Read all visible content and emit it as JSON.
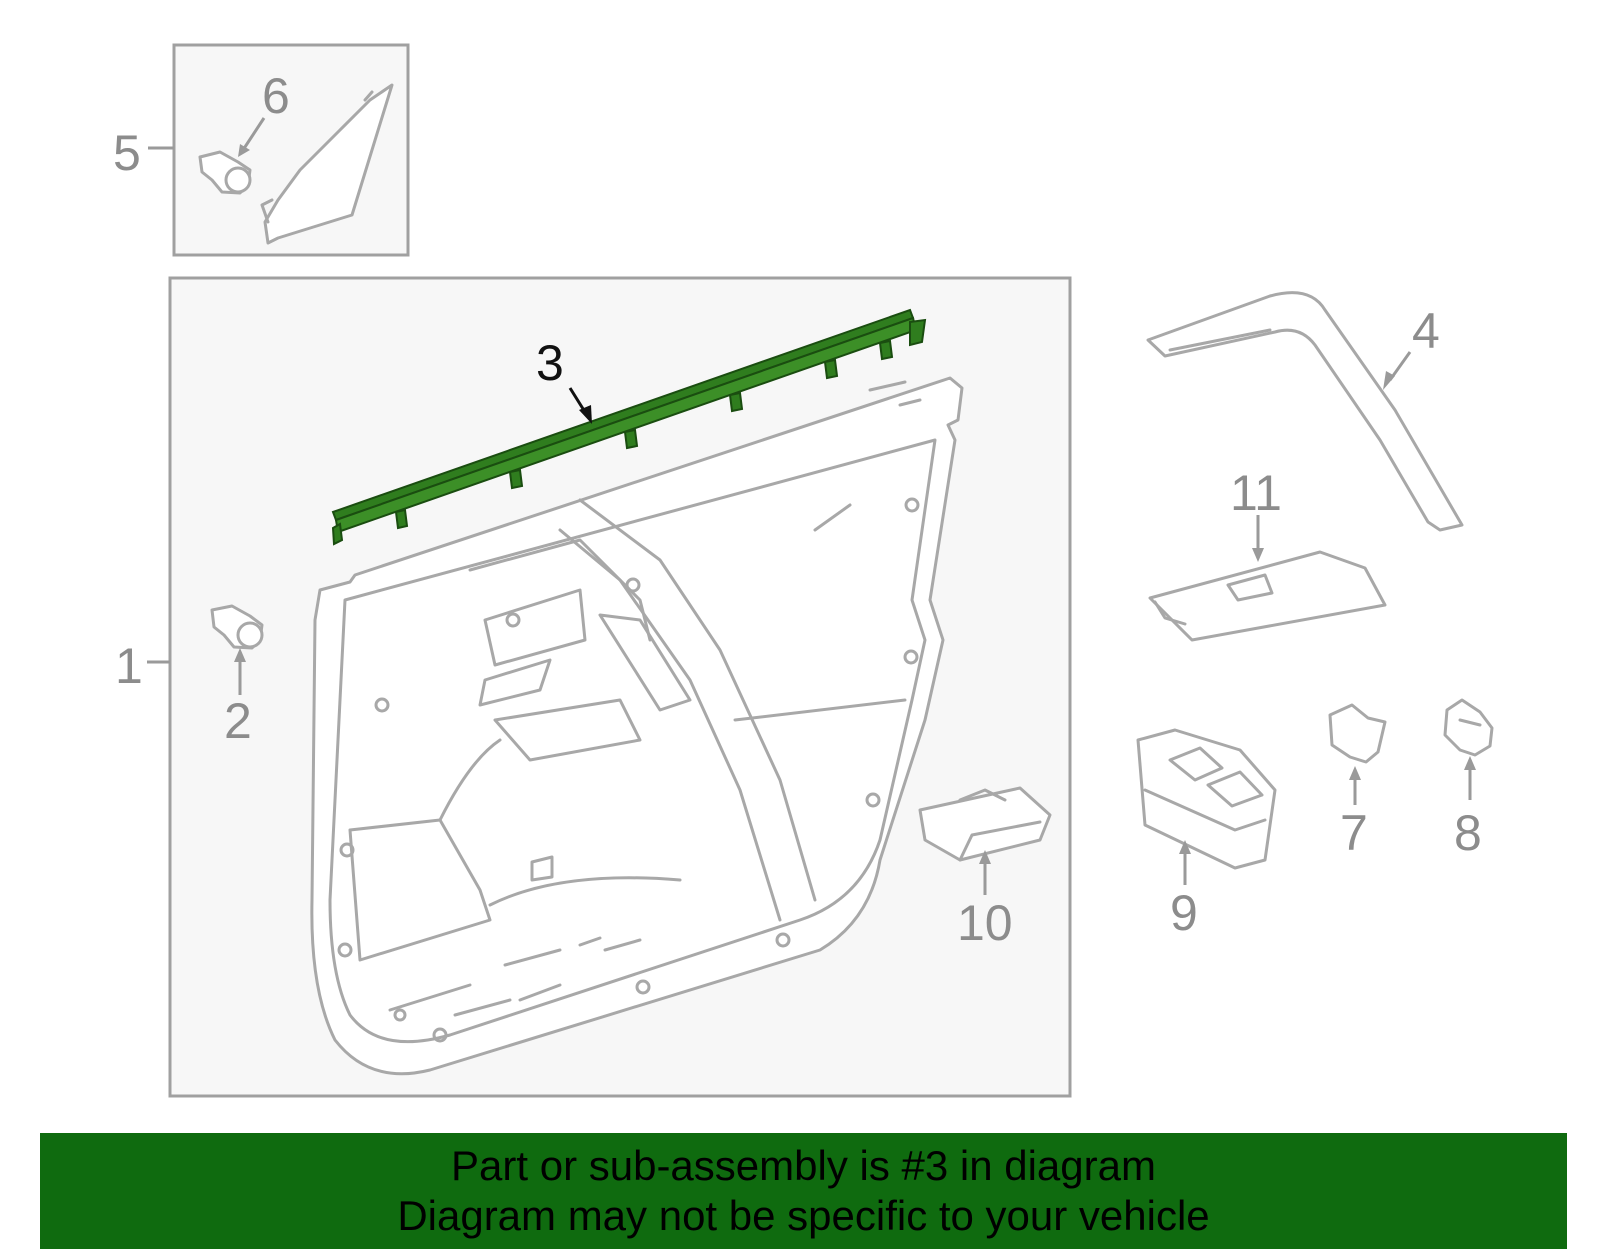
{
  "callouts": {
    "c1": "1",
    "c2": "2",
    "c3": "3",
    "c4": "4",
    "c5": "5",
    "c6": "6",
    "c7": "7",
    "c8": "8",
    "c9": "9",
    "c10": "10",
    "c11": "11"
  },
  "highlighted_part": "3",
  "colors": {
    "highlight": "#2f7d1e",
    "line_art": "#a8a8a8",
    "banner_background": "#0f6b0f"
  },
  "banner": {
    "line1": "Part or sub-assembly is #3 in diagram",
    "line2": "Diagram may not be specific to your vehicle"
  }
}
